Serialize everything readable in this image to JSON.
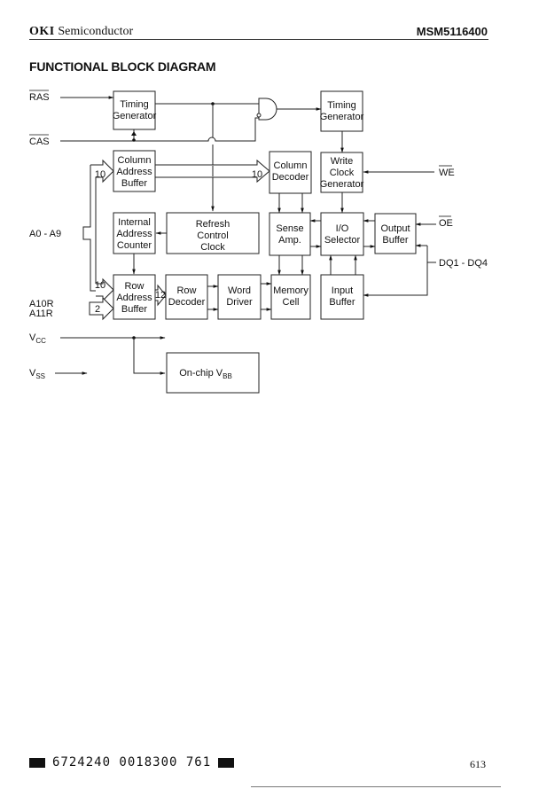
{
  "header": {
    "brand": "OKI",
    "brand_suffix": "Semiconductor",
    "part_number": "MSM5116400"
  },
  "title": "FUNCTIONAL BLOCK DIAGRAM",
  "diagram": {
    "signals": {
      "ras": "RAS",
      "cas": "CAS",
      "we": "WE",
      "oe": "OE",
      "address": "A0 - A9",
      "a10r": "A10R",
      "a11r": "A11R",
      "dq": "DQ1 - DQ4",
      "vcc": "V",
      "vcc_sub": "CC",
      "vss": "V",
      "vss_sub": "SS"
    },
    "blocks": {
      "timing_gen_1": [
        "Timing",
        "Generator"
      ],
      "timing_gen_2": [
        "Timing",
        "Generator"
      ],
      "column_address_buffer": [
        "Column",
        "Address",
        "Buffer"
      ],
      "column_decoder": [
        "Column",
        "Decoder"
      ],
      "write_clock_generator": [
        "Write",
        "Clock",
        "Generator"
      ],
      "internal_address_counter": [
        "Internal",
        "Address",
        "Counter"
      ],
      "refresh_control_clock": [
        "Refresh",
        "Control",
        "Clock"
      ],
      "sense_amp": [
        "Sense",
        "Amp."
      ],
      "io_selector": [
        "I/O",
        "Selector"
      ],
      "output_buffer": [
        "Output",
        "Buffer"
      ],
      "row_address_buffer": [
        "Row",
        "Address",
        "Buffer"
      ],
      "row_decoder": [
        "Row",
        "Decoder"
      ],
      "word_driver": [
        "Word",
        "Driver"
      ],
      "memory_cell": [
        "Memory",
        "Cell"
      ],
      "input_buffer": [
        "Input",
        "Buffer"
      ],
      "onchip_vbb": "On-chip V",
      "onchip_vbb_sub": "BB"
    },
    "bus_widths": {
      "col_addr_in": "10",
      "col_dec_in": "10",
      "row_addr_in": "10",
      "row_addr_upper": "2",
      "row_dec_in": "12"
    }
  },
  "footer": {
    "barcode_text": "6724240 0018300 761",
    "page_number": "613"
  }
}
